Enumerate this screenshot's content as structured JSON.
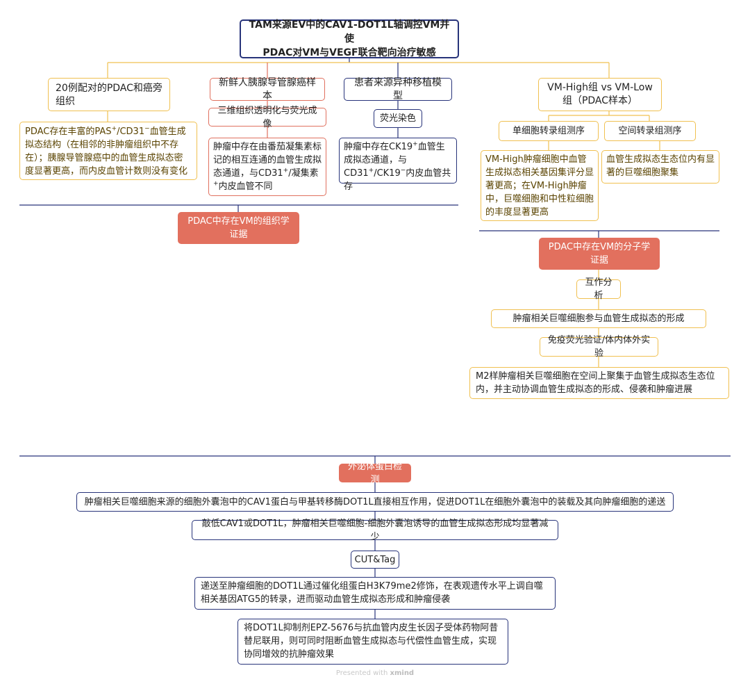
{
  "root": {
    "line1": "TAM来源EV中的CAV1-DOT1L轴调控VM并使",
    "line2": "PDAC对VM与VEGF联合靶向治疗敏感"
  },
  "branch1": {
    "title": "20例配对的PDAC和癌旁组织",
    "detail": {
      "p1": "PDAC存在丰富的PAS",
      "sup1": "+",
      "p2": "/CD31",
      "sup2": "−",
      "p3": "血管生成拟态结构（在相邻的非肿瘤组织中不存在）；胰腺导管腺癌中的血管生成拟态密度显著更高，而内皮血管计数则没有变化"
    }
  },
  "branch2": {
    "title": "新鲜人胰腺导管腺癌样本",
    "method": "三维组织透明化与荧光成像",
    "detail": {
      "p1": "肿瘤中存在由番茄凝集素标记的相互连通的血管生成拟态通道，与CD31",
      "sup1": "+",
      "p2": "/凝集素",
      "sup2": "+",
      "p3": "内皮血管不同"
    }
  },
  "branch3": {
    "title": "患者来源异种移植模型",
    "method": "荧光染色",
    "detail": {
      "p1": "肿瘤中存在CK19",
      "sup1": "+",
      "p2": "血管生成拟态通道，与CD31",
      "sup2": "+",
      "p3": "/CK19",
      "sup3": "−",
      "p4": "内皮血管共存"
    }
  },
  "summary_histology": "PDAC中存在VM的组织学证据",
  "branch4": {
    "title": "VM-High组 vs VM-Low组（PDAC样本）",
    "method_a": "单细胞转录组测序",
    "method_b": "空间转录组测序",
    "detail_a": "VM-High肿瘤细胞中血管生成拟态相关基因集评分显著更高；在VM-High肿瘤中，巨噬细胞和中性粒细胞的丰度显著更高",
    "detail_b": "血管生成拟态生态位内有显著的巨噬细胞聚集"
  },
  "summary_molecular": "PDAC中存在VM的分子学证据",
  "chain_molecular": [
    "互作分析",
    "肿瘤相关巨噬细胞参与血管生成拟态的形成",
    "免疫荧光验证/体内体外实验",
    "M2样肿瘤相关巨噬细胞在空间上聚集于血管生成拟态生态位内，并主动协调血管生成拟态的形成、侵袭和肿瘤进展"
  ],
  "exosome_header": "外泌体蛋白检测",
  "chain_exosome": [
    "肿瘤相关巨噬细胞来源的细胞外囊泡中的CAV1蛋白与甲基转移酶DOT1L直接相互作用，促进DOT1L在细胞外囊泡中的装载及其向肿瘤细胞的递送",
    "敲低CAV1或DOT1L，肿瘤相关巨噬细胞-细胞外囊泡诱导的血管生成拟态形成均显著减少",
    "CUT&Tag",
    "递送至肿瘤细胞的DOT1L通过催化组蛋白H3K79me2修饰，在表观遗传水平上调自噬相关基因ATG5的转录，进而驱动血管生成拟态形成和肿瘤侵袭",
    "将DOT1L抑制剂EPZ-5676与抗血管内皮生长因子受体药物阿昔替尼联用，则可同时阻断血管生成拟态与代偿性血管生成，实现协同增效的抗肿瘤效果"
  ],
  "footer": {
    "text": "Presented with",
    "brand": "xmind"
  },
  "colors": {
    "navy": "#27337a",
    "yellow": "#f0c050",
    "red": "#e0705e",
    "accent_fill": "#e2705e"
  }
}
